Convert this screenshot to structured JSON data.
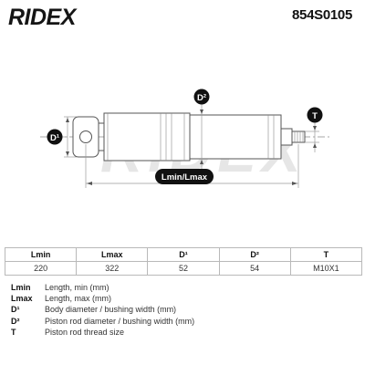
{
  "header": {
    "brand_name": "RIDEX",
    "part_number": "854S0105"
  },
  "diagram": {
    "watermark": "RIDEX",
    "labels": {
      "d1": "D¹",
      "d2": "D²",
      "t": "T",
      "length": "Lmin/Lmax"
    },
    "accent_color": "#e30613"
  },
  "spec_table": {
    "headers": [
      "Lmin",
      "Lmax",
      "D¹",
      "D²",
      "T"
    ],
    "values": [
      "220",
      "322",
      "52",
      "54",
      "M10X1"
    ]
  },
  "legend": [
    {
      "key": "Lmin",
      "desc": "Length, min (mm)"
    },
    {
      "key": "Lmax",
      "desc": "Length, max (mm)"
    },
    {
      "key": "D¹",
      "desc": "Body diameter / bushing width (mm)"
    },
    {
      "key": "D²",
      "desc": "Piston rod diameter / bushing width (mm)"
    },
    {
      "key": "T",
      "desc": "Piston rod thread size"
    }
  ]
}
